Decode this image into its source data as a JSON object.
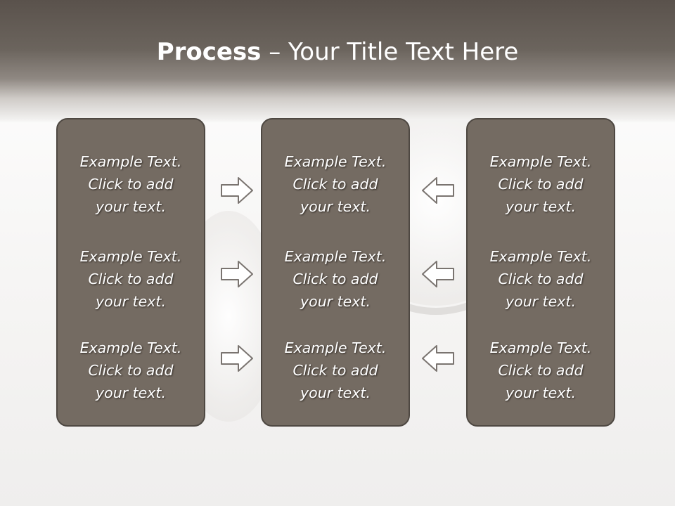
{
  "slide": {
    "title_bold": "Process",
    "title_rest": " – Your Title Text Here"
  },
  "columns": [
    {
      "items": [
        {
          "line1": "Example Text.",
          "line2": "Click  to add",
          "line3": "your text."
        },
        {
          "line1": "Example Text.",
          "line2": "Click  to add",
          "line3": "your text."
        },
        {
          "line1": "Example Text.",
          "line2": "Click  to add",
          "line3": "your text."
        }
      ]
    },
    {
      "items": [
        {
          "line1": "Example Text.",
          "line2": "Click  to add",
          "line3": "your text."
        },
        {
          "line1": "Example Text.",
          "line2": "Click  to add",
          "line3": "your text."
        },
        {
          "line1": "Example Text.",
          "line2": "Click  to add",
          "line3": "your text."
        }
      ]
    },
    {
      "items": [
        {
          "line1": "Example Text.",
          "line2": "Click  to add",
          "line3": "your text."
        },
        {
          "line1": "Example Text.",
          "line2": "Click  to add",
          "line3": "your text."
        },
        {
          "line1": "Example Text.",
          "line2": "Click  to add",
          "line3": "your text."
        }
      ]
    }
  ],
  "arrows": {
    "left_group": "right-arrow-icon",
    "right_group": "left-arrow-icon"
  },
  "colors": {
    "header": "#6b645d",
    "card_fill": "#746b62",
    "card_border": "#4e4842",
    "arrow_stroke": "#7a7470",
    "text": "#ffffff"
  }
}
